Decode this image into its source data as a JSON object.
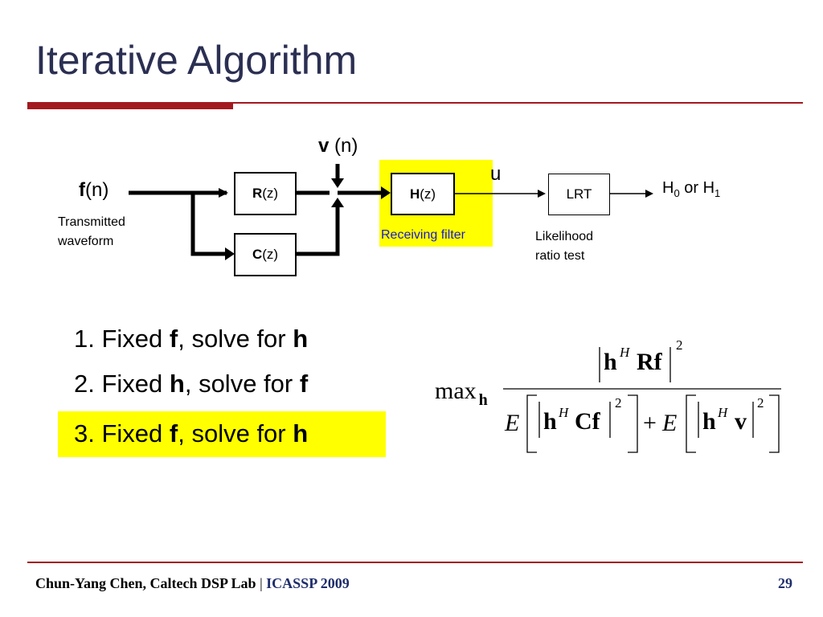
{
  "slide": {
    "title": "Iterative Algorithm",
    "page_number": "29"
  },
  "diagram": {
    "input_bold": "f",
    "input_rest": "(n)",
    "input_caption_line1": "Transmitted",
    "input_caption_line2": "waveform",
    "noise_bold": "v",
    "noise_rest": " (n)",
    "r_bold": "R",
    "r_rest": "(z)",
    "c_bold": "C",
    "c_rest": "(z)",
    "h_bold": "H",
    "h_rest": "(z)",
    "h_caption": "Receiving filter",
    "u_label": "u",
    "lrt_label": "LRT",
    "lrt_caption_line1": "Likelihood",
    "lrt_caption_line2": "ratio test",
    "output_h": "H",
    "output_sub0": "0",
    "output_or": " or H",
    "output_sub1": "1",
    "highlight_color": "#ffff00"
  },
  "steps": [
    {
      "num": "1.",
      "pre": "Fixed ",
      "var": "f",
      "mid": ", solve for ",
      "var2": "h"
    },
    {
      "num": "2.",
      "pre": "Fixed ",
      "var": "h",
      "mid": ", solve for ",
      "var2": "f"
    },
    {
      "num": "3.",
      "pre": "Fixed ",
      "var": "f",
      "mid": ", solve for ",
      "var2": "h"
    }
  ],
  "formula": {
    "max": "max",
    "max_sub": "h",
    "num_h": "h",
    "num_sup": "H",
    "num_rf": "Rf",
    "num_pow": "2",
    "den_e1": "E",
    "den_h1": "h",
    "den_sup1": "H",
    "den_cf": "Cf",
    "den_pow1": "2",
    "den_plus": "+",
    "den_e2": "E",
    "den_h2": "h",
    "den_sup2": "H",
    "den_v": "v",
    "den_pow2": "2"
  },
  "footer": {
    "author": "Chun-Yang Chen, Caltech DSP Lab",
    "separator": " | ",
    "venue": "ICASSP 2009"
  },
  "colors": {
    "title": "#2b2f52",
    "rule": "#a2191f",
    "footer_venue": "#1f2d6b"
  }
}
